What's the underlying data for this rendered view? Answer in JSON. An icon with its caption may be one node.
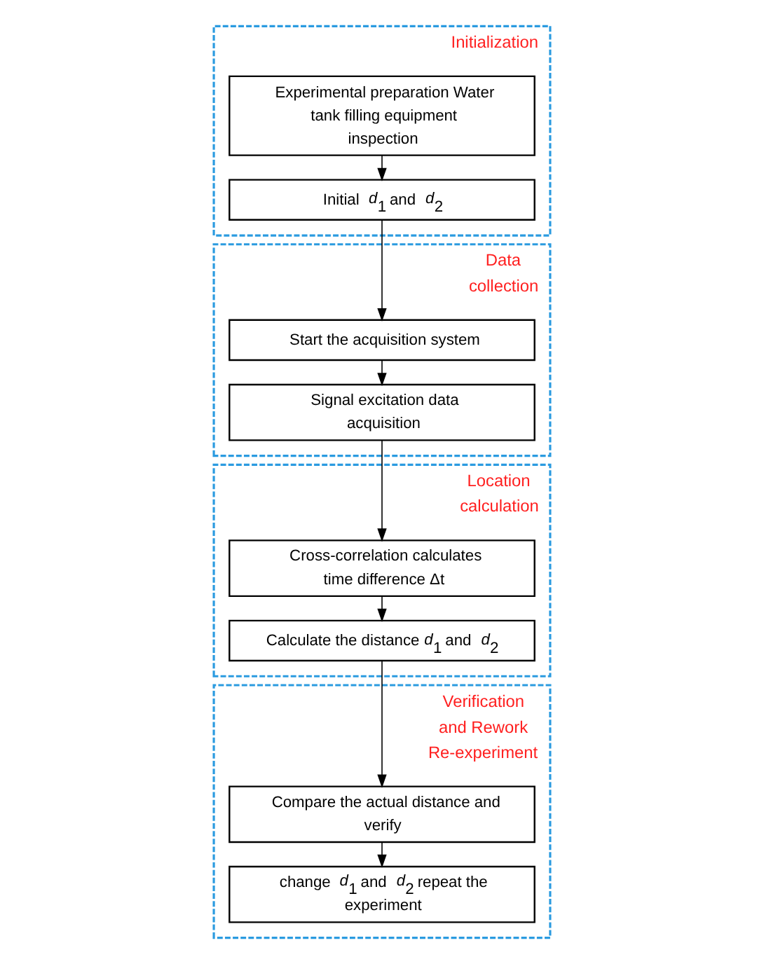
{
  "diagram": {
    "nodes": [
      {
        "text": [
          "Initialization"
        ]
      },
      {
        "text": [
          "Experimental preparation Water tank filling equipment inspection"
        ],
        "in": 0
      },
      {
        "text": [
          "Initial *d*$_{1}$ and *d*$_{2}$"
        ],
        "in": 0
      },
      {
        "text": [
          "Data collection"
        ]
      },
      {
        "text": [
          "Start the acquisition system"
        ],
        "in": 3
      },
      {
        "text": [
          "Signal excitation data acquisition"
        ],
        "in": 3
      },
      {
        "text": [
          "Location calculation"
        ]
      },
      {
        "text": [
          "Cross-correlation calculates time difference Δt"
        ],
        "in": 6
      },
      {
        "text": [
          "Calculate the distance *d*$_{1}$ and *d*$_{2}$"
        ],
        "in": 6
      },
      {
        "text": [
          "Verification and Rework Re-experiment"
        ]
      },
      {
        "text": [
          "Compare the actual distance and verify"
        ],
        "in": 9
      },
      {
        "text": [
          "change *d*$_{1}$ and *d*$_{2}$ repeat the experiment"
        ],
        "in": 9
      }
    ],
    "edges": [
      {
        "from": 1,
        "to": 2,
        "arrow": "to"
      },
      {
        "from": 2,
        "to": 4,
        "arrow": "to"
      },
      {
        "from": 4,
        "to": 5,
        "arrow": "to"
      },
      {
        "from": 5,
        "to": 7,
        "arrow": "to"
      },
      {
        "from": 7,
        "to": 8,
        "arrow": "to"
      },
      {
        "from": 8,
        "to": 10,
        "arrow": "to"
      },
      {
        "from": 10,
        "to": 11,
        "arrow": "to"
      }
    ]
  }
}
